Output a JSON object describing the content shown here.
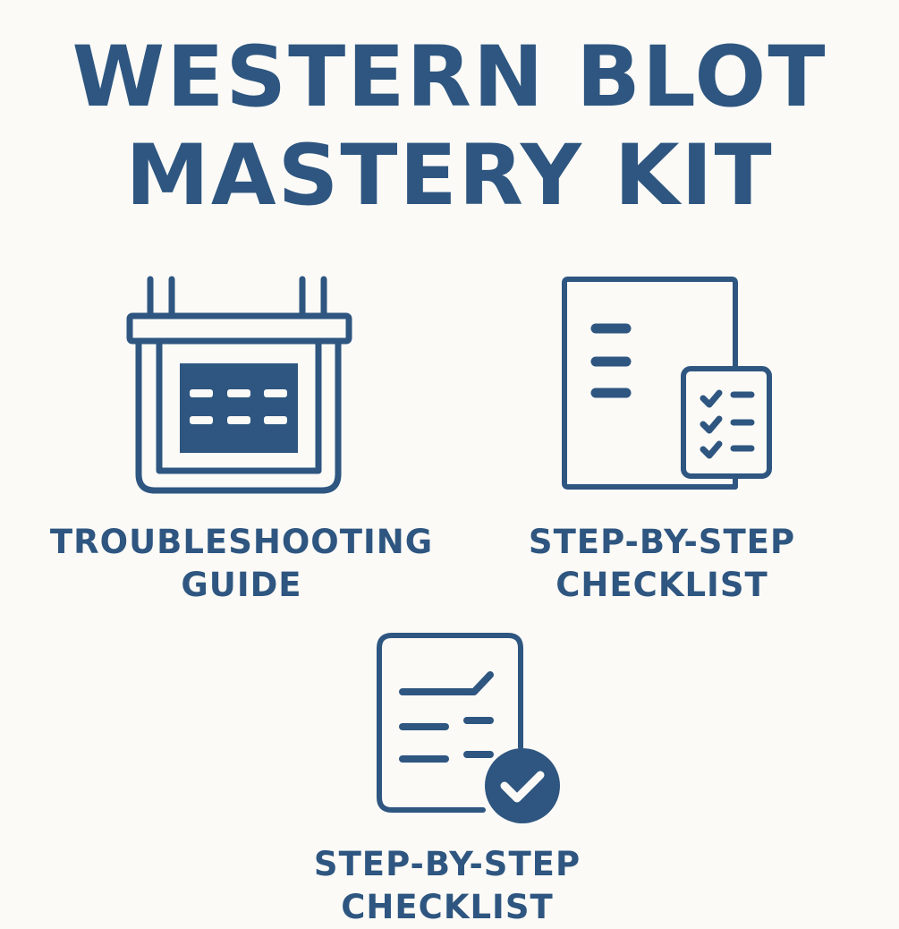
{
  "title": {
    "line1": "WESTERN BLOT",
    "line2": "MASTERY KIT"
  },
  "colors": {
    "primary": "#2e5680",
    "background": "#fbfaf7"
  },
  "items": [
    {
      "icon": "gel-cassette-icon",
      "label_line1": "TROUBLESHOOTING",
      "label_line2": "GUIDE"
    },
    {
      "icon": "document-checklist-icon",
      "label_line1": "STEP-BY-STEP",
      "label_line2": "CHECKLIST"
    },
    {
      "icon": "document-check-badge-icon",
      "label_line1": "STEP-BY-STEP",
      "label_line2": "CHECKLIST"
    }
  ]
}
